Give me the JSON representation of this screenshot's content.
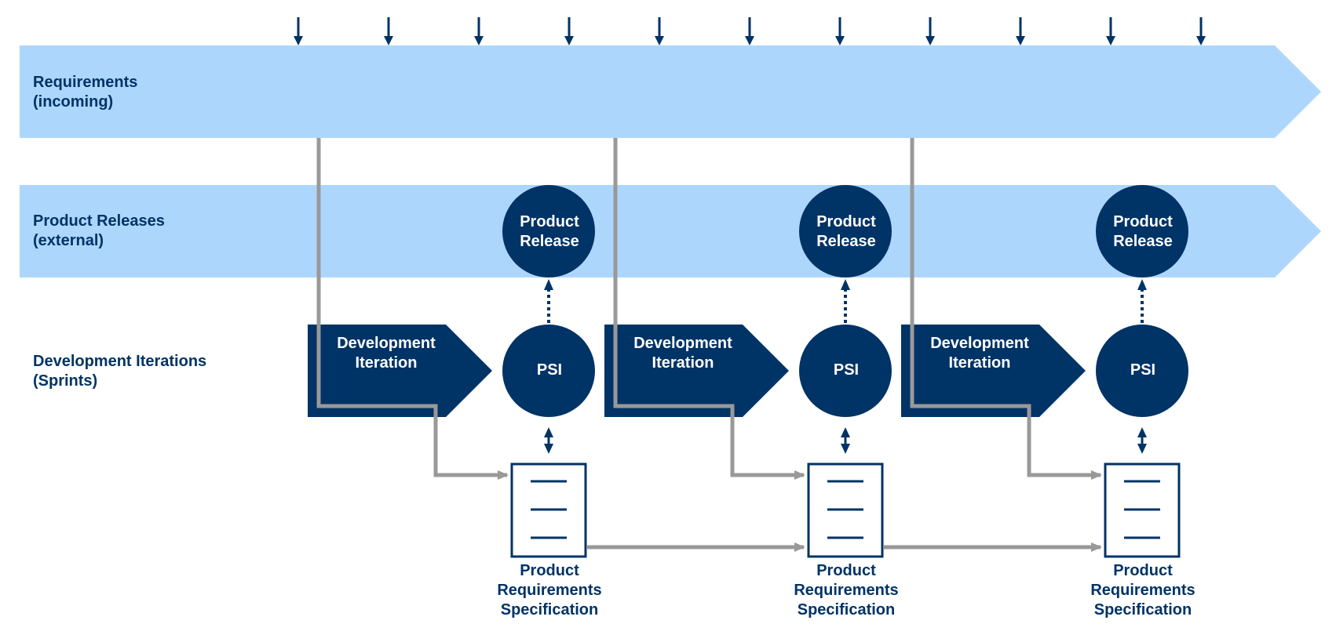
{
  "colors": {
    "band": "#add6fd",
    "navy": "#003366",
    "connector": "#999999",
    "white": "#ffffff"
  },
  "lanes": {
    "requirements": {
      "line1": "Requirements",
      "line2": "(incoming)"
    },
    "releases": {
      "line1": "Product Releases",
      "line2": "(external)"
    },
    "iterations": {
      "line1": "Development Iterations",
      "line2": "(Sprints)"
    }
  },
  "incoming_arrow_count": 11,
  "cycles": [
    {
      "iteration": {
        "line1": "Development",
        "line2": "Iteration"
      },
      "psi": "PSI",
      "release": {
        "line1": "Product",
        "line2": "Release"
      },
      "spec": {
        "line1": "Product",
        "line2": "Requirements",
        "line3": "Specification"
      }
    },
    {
      "iteration": {
        "line1": "Development",
        "line2": "Iteration"
      },
      "psi": "PSI",
      "release": {
        "line1": "Product",
        "line2": "Release"
      },
      "spec": {
        "line1": "Product",
        "line2": "Requirements",
        "line3": "Specification"
      }
    },
    {
      "iteration": {
        "line1": "Development",
        "line2": "Iteration"
      },
      "psi": "PSI",
      "release": {
        "line1": "Product",
        "line2": "Release"
      },
      "spec": {
        "line1": "Product",
        "line2": "Requirements",
        "line3": "Specification"
      }
    }
  ]
}
